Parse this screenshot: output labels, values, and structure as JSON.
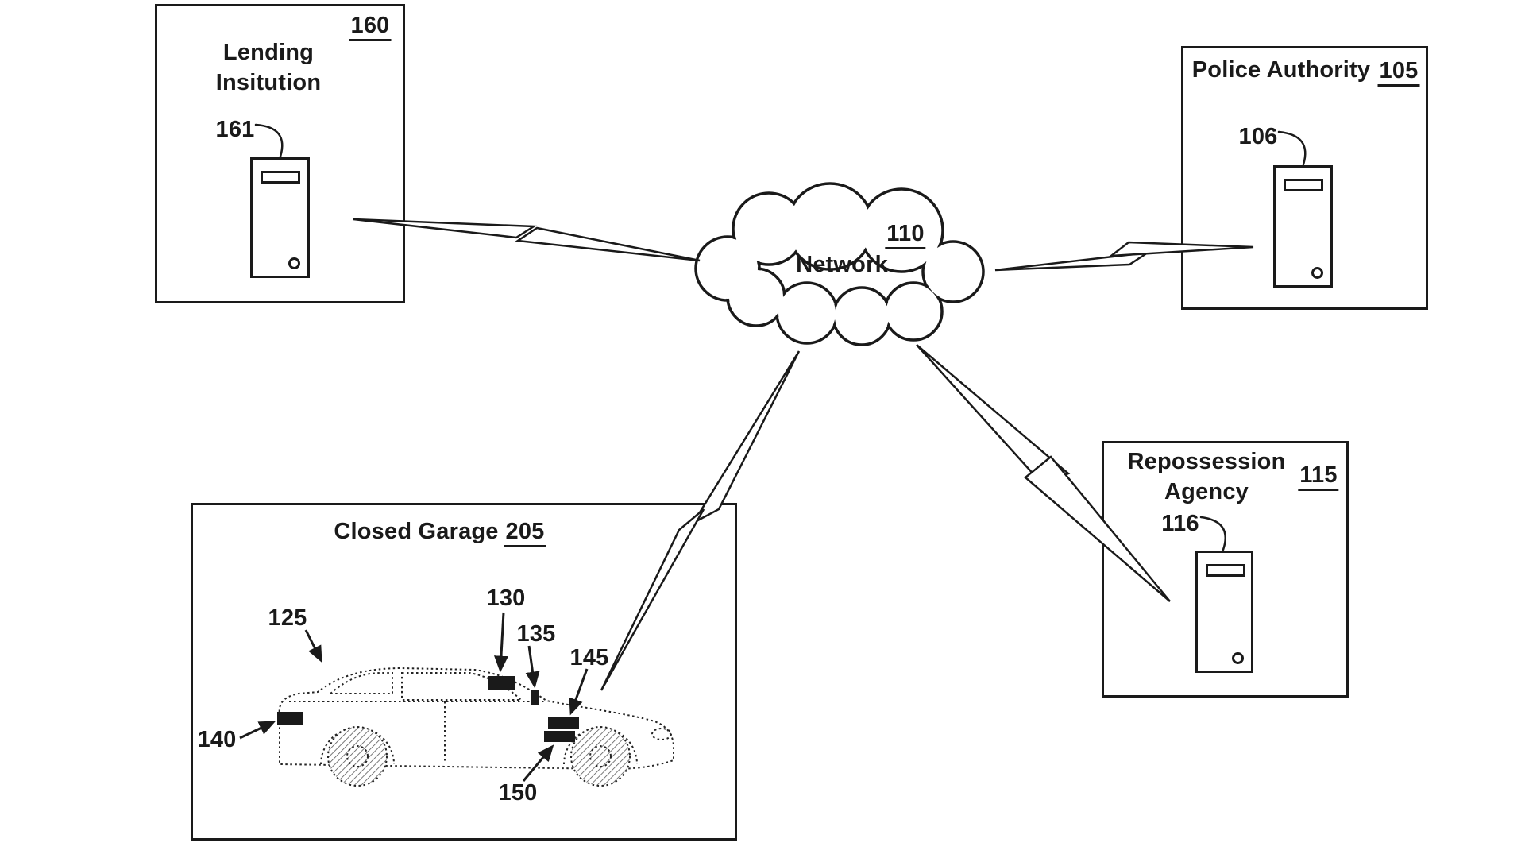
{
  "colors": {
    "background": "#ffffff",
    "ink": "#1a1a1a"
  },
  "boxes": {
    "lending": {
      "title": [
        "Lending",
        "Insitution"
      ],
      "ref": "160",
      "computer_ref": "161"
    },
    "police": {
      "title": "Police Authority",
      "ref": "105",
      "computer_ref": "106"
    },
    "repossession": {
      "title": [
        "Repossession",
        "Agency"
      ],
      "ref": "115",
      "computer_ref": "116"
    },
    "garage": {
      "title": "Closed Garage",
      "ref": "205"
    }
  },
  "network": {
    "label": "Network",
    "ref": "110"
  },
  "vehicle": {
    "ref": "125",
    "component_refs": [
      "130",
      "135",
      "140",
      "145",
      "150"
    ]
  },
  "icons": {
    "computer": "desktop-tower-computer",
    "network": "cloud",
    "link": "lightning-bolt",
    "pointer": "solid-arrowhead"
  }
}
